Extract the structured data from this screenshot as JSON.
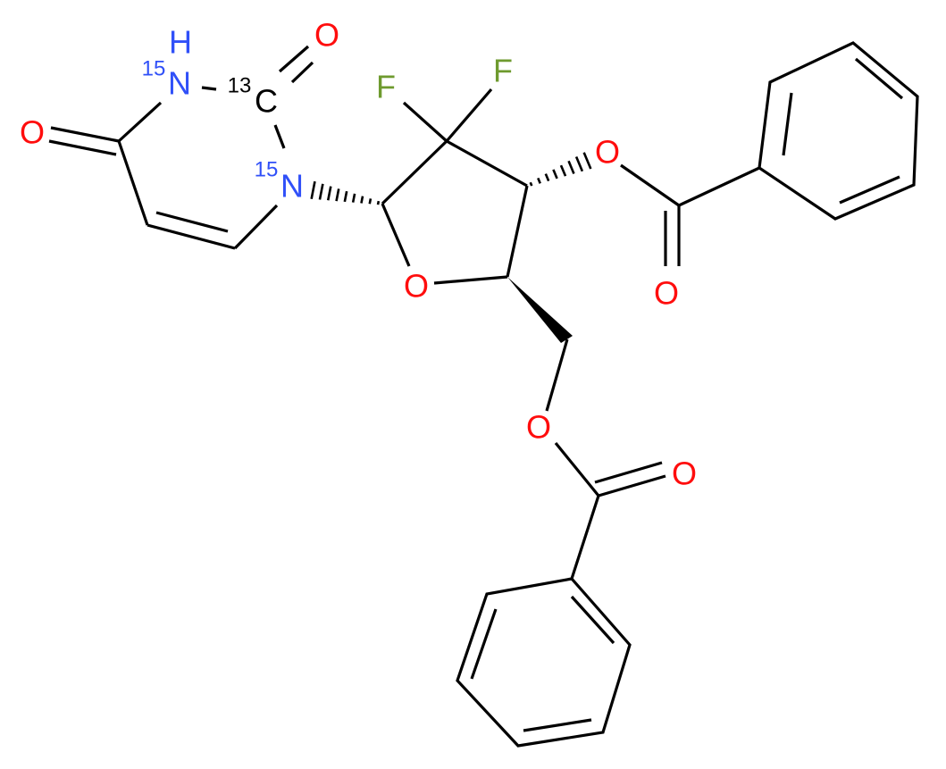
{
  "colors": {
    "N": "#3050F8",
    "O": "#FF0D0D",
    "F": "#6E9A2E",
    "C": "#000000"
  },
  "atoms": {
    "n3_h": "H",
    "n3": "N",
    "n3_isotope": "15",
    "c2": "C",
    "c2_isotope": "13",
    "o_c2": "O",
    "n1": "N",
    "n1_isotope": "15",
    "o_c4": "O",
    "f1": "F",
    "f2": "F",
    "o_ring": "O",
    "o_ester3": "O",
    "o_carbonyl3": "O",
    "o_ester5": "O",
    "o_carbonyl5": "O"
  }
}
